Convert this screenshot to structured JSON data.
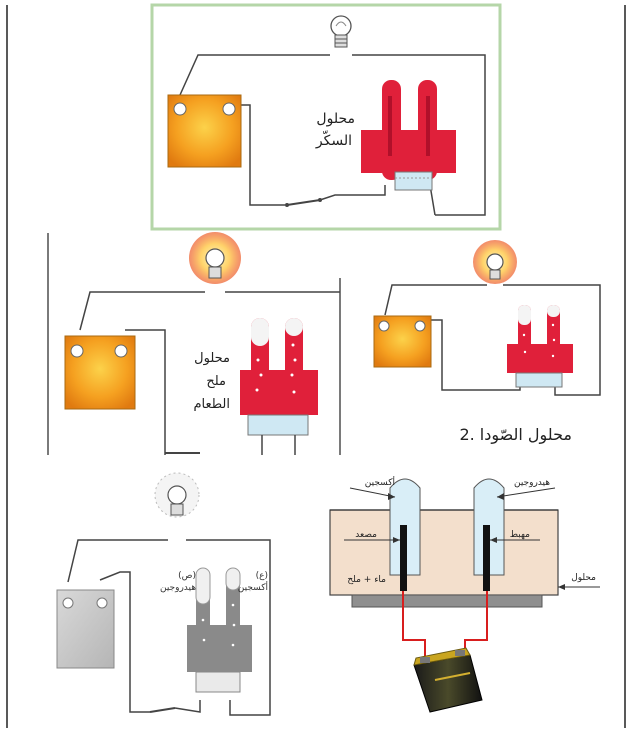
{
  "labels": {
    "sugar_solution_line1": "محلول",
    "sugar_solution_line2": "السكّر",
    "salt_solution_line1": "محلول",
    "salt_solution_line2": "ملح",
    "salt_solution_line3": "الطعام",
    "soda_solution": "2. محلول الصّودا",
    "electrolysis_oxygen": "أكسجين",
    "electrolysis_hydrogen": "هيدروجين",
    "electrolysis_anode": "مصعد",
    "electrolysis_cathode": "مهبط",
    "electrolysis_water_salt": "ماء + ملح",
    "electrolysis_solution": "محلول",
    "gray_left_tube": "(ص)",
    "gray_left_tube_gas": "هيدروجين",
    "gray_right_tube": "(ع)",
    "gray_right_tube_gas": "أكسجين"
  },
  "colors": {
    "electrode_red": "#e0203a",
    "battery_orange": "#f5a020",
    "frame_green": "#b5d6a8",
    "wire": "#444444",
    "gray_device": "#8a8a8a",
    "bath_fill": "#f3dfcc"
  },
  "icons": [
    "light-bulb-icon",
    "battery-icon",
    "switch-icon"
  ]
}
